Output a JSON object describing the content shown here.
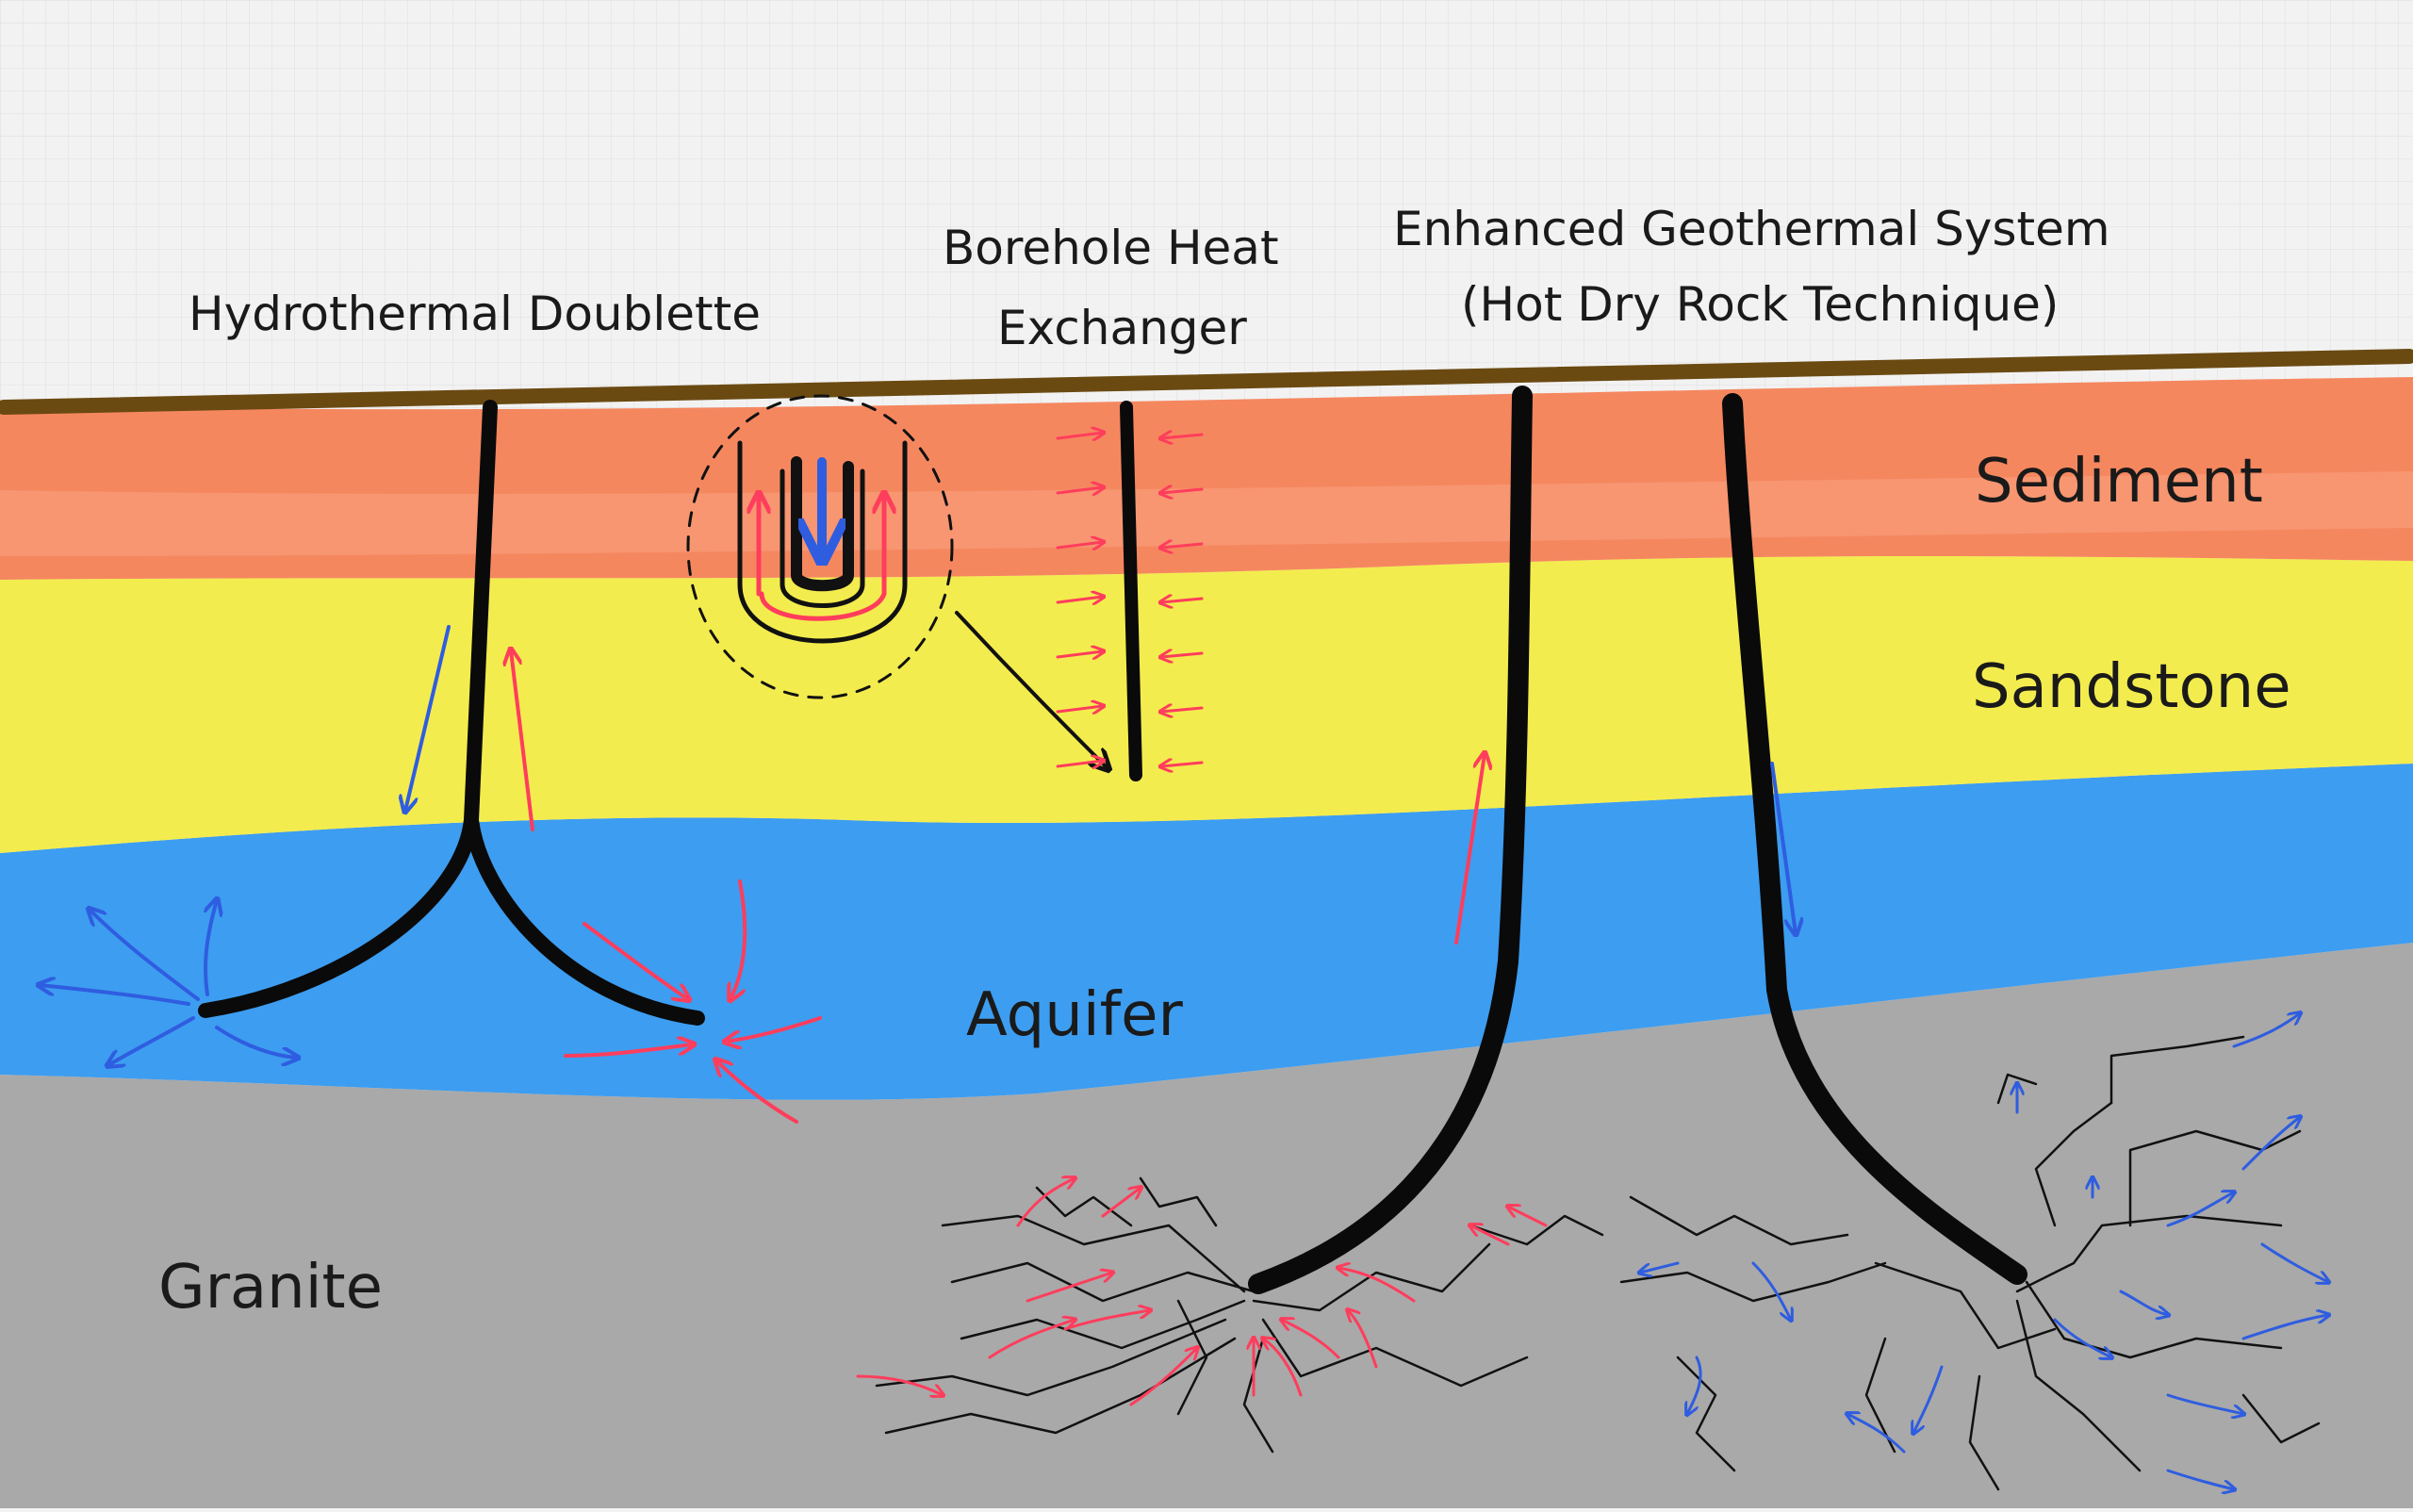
{
  "titles": {
    "doublette": "Hydrothermal Doublette",
    "bhe_line1": "Borehole Heat",
    "bhe_line2": "Exchanger",
    "egs_line1": "Enhanced Geothermal System",
    "egs_line2": "(Hot Dry Rock Technique)"
  },
  "layers": {
    "sediment": "Sediment",
    "sandstone": "Sandstone",
    "aquifer": "Aquifer",
    "granite": "Granite"
  },
  "colors": {
    "background": "#f2f2f2",
    "surface": "#6b4a12",
    "sediment": "#f5875f",
    "sandstone": "#f3ec4e",
    "aquifer": "#3d9df0",
    "granite": "#a9a9a9",
    "well": "#0a0a0a",
    "hot_arrow": "#ff3d5c",
    "cold_arrow": "#2f5de0",
    "crack": "#111111"
  },
  "icons": {
    "inflow_arrow": "arrow-icon",
    "outflow_arrow": "arrow-icon"
  }
}
